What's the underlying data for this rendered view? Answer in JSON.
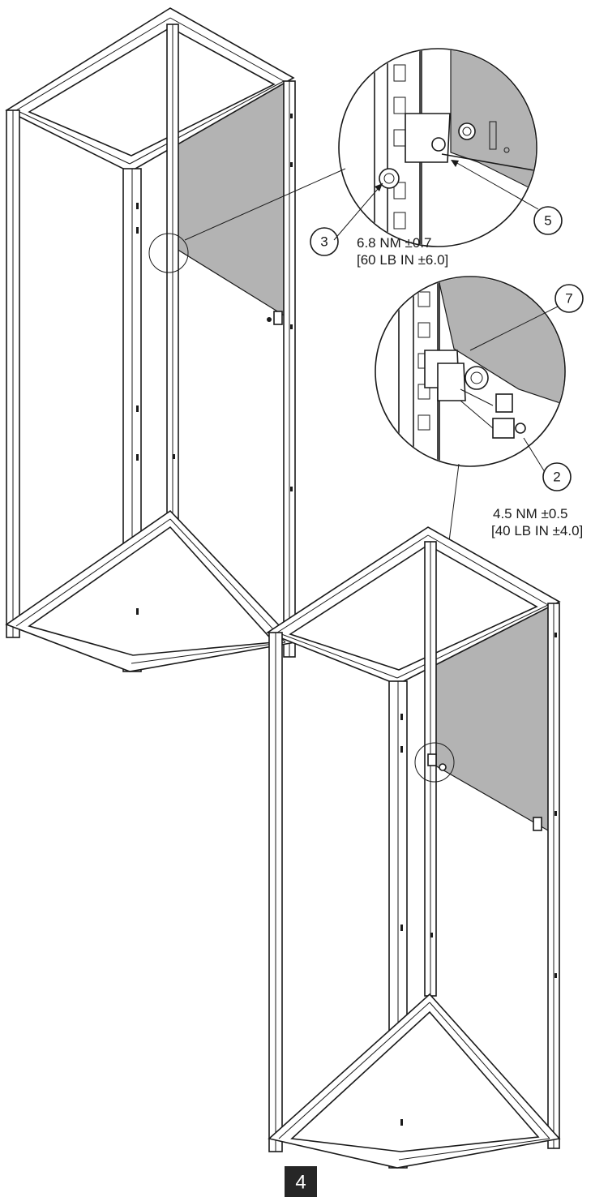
{
  "callouts": {
    "c3": "3",
    "c5": "5",
    "c7": "7",
    "c2": "2"
  },
  "torque": {
    "upper_line1": "6.8 NM ±0.7",
    "upper_line2": "[60 LB IN ±6.0]",
    "lower_line1": "4.5 NM ±0.5",
    "lower_line2": "[40 LB IN ±4.0]"
  },
  "step": {
    "number": "4"
  },
  "colors": {
    "panel": "#b3b3b3",
    "line": "#1a1a1a",
    "step_box": "#262626"
  }
}
